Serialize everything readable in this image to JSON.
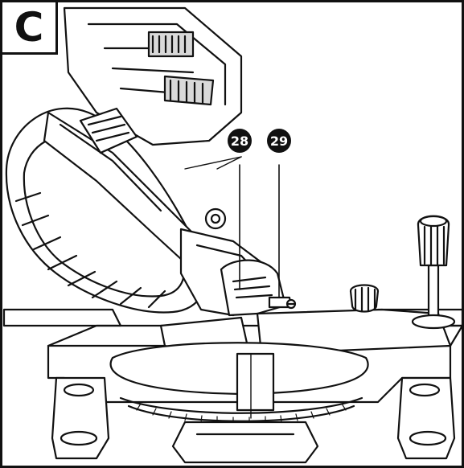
{
  "figure": {
    "panel_label": "C",
    "callouts": [
      {
        "id": "28",
        "label": "28"
      },
      {
        "id": "29",
        "label": "29"
      }
    ],
    "colors": {
      "ink": "#111111",
      "paper": "#ffffff",
      "shade": "#d9d9d9",
      "dark": "#2a2a2a"
    }
  }
}
